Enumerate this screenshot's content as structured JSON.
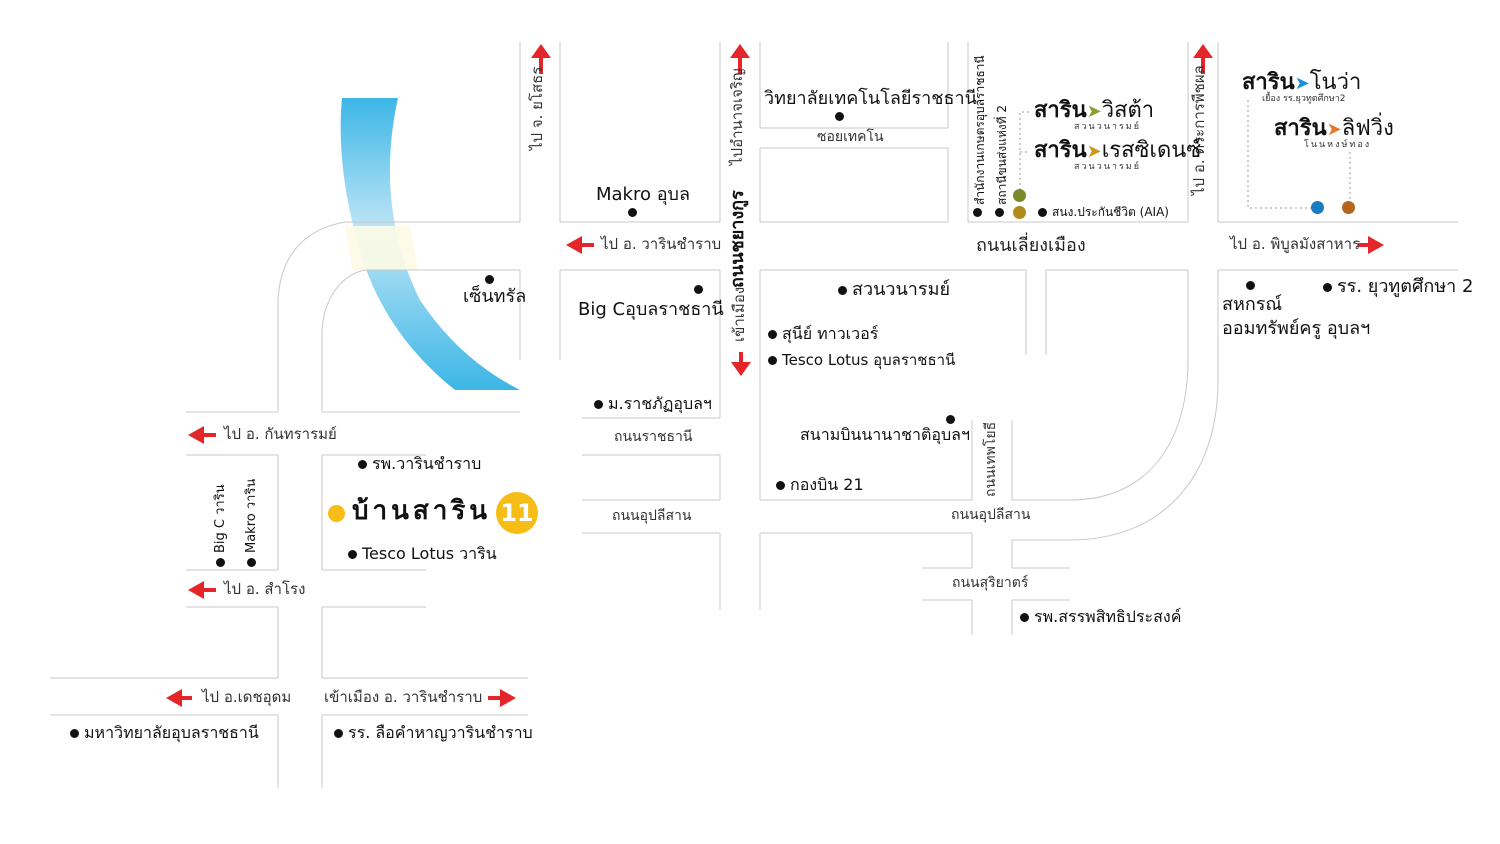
{
  "colors": {
    "road_line": "#c8c8c8",
    "arrow": "#e4262a",
    "river": "#4bbde8",
    "home_dot": "#f6bd16",
    "vista_pin": "#7a8a2a",
    "residence_pin": "#b08a1a",
    "nova_pin": "#1b7cc4",
    "living_pin": "#b5651d",
    "nova_chevron": "#1b90d9",
    "living_chevron": "#e5792a",
    "vista_chevron": "#8aa02a",
    "residence_chevron": "#c79a1a"
  },
  "roads": {
    "chayangkun": "ถนนชยางกูร",
    "liang_mueang": "ถนนเลี่ยงเมือง",
    "ratchathani": "ถนนราชธานี",
    "upalisan_1": "ถนนอุปลีสาน",
    "upalisan_2": "ถนนอุปลีสาน",
    "thep_yothi": "ถนนเทพโยธี",
    "suriyat": "ถนนสุริยาตร์",
    "soi_techno": "ซอยเทคโน"
  },
  "directions": {
    "yasothon": "ไป จ. ยโสธร",
    "amnat": "ไปอำนาจเจริญ",
    "trakan": "ไป อ. ตระการพืชผล",
    "warin": "ไป อ. วารินชำราบ",
    "phibun": "ไป อ. พิบูลมังสาหาร",
    "khao_mueang": "เข้าเมือง",
    "kantharom": "ไป อ. กันทรารมย์",
    "samrong": "ไป อ. สำโรง",
    "det_udom": "ไป อ.เดชอุดม",
    "khao_mueang_warin": "เข้าเมือง อ. วารินชำราบ"
  },
  "places": {
    "makro_ubon": "Makro อุบล",
    "central": "เซ็นทรัล",
    "bigc_ubon": "Big Cอุบลราชธานี",
    "rajabhat": "ม.ราชภัฏอุบลฯ",
    "tech_college": "วิทยาลัยเทคโนโลยีราชธานี",
    "suanwanarom": "สวนวนารมย์",
    "sunee_tower": "สุนีย์ ทาวเวอร์",
    "tesco_ubon": "Tesco Lotus อุบลราชธานี",
    "airport": "สนามบินนานาชาติอุบลฯ",
    "wing21": "กองบิน 21",
    "sanprasit": "รพ.สรรพสิทธิประสงค์",
    "agri_office": "สำนักงานเกษตรอุบลราชธานี",
    "radio2": "สถานีขนส่งแห่งที่ 2",
    "aia": "สนง.ประกันชีวิต (AIA)",
    "yuwathut": "รร. ยุวทูตศึกษา 2",
    "coop": "สหกรณ์\nออมทรัพย์ครู อุบลฯ",
    "coop_line1": "สหกรณ์",
    "coop_line2": "ออมทรัพย์ครู อุบลฯ",
    "warin_hospital": "รพ.วารินชำราบ",
    "tesco_warin": "Tesco Lotus วาริน",
    "bigc_warin": "Big C วาริน",
    "makro_warin": "Makro วาริน",
    "ubon_univ": "มหาวิทยาลัยอุบลราชธานี",
    "luekhamhan": "รร. ลือคำหาญวารินชำราบ"
  },
  "home": {
    "name": "บ้านสาริน",
    "badge": "11"
  },
  "brands": {
    "vista_name": "สาริน",
    "vista_suffix": "วิสต้า",
    "vista_sub": "สวนวนารมย์",
    "residence_name": "สาริน",
    "residence_suffix": "เรสซิเดนซ์",
    "residence_sub": "สวนวนารมย์",
    "nova_name": "สาริน",
    "nova_suffix": "โนว่า",
    "nova_sub": "เยื้อง รร.ยุวทูตศึกษา2",
    "living_name": "สาริน",
    "living_suffix": "ลิฟวิ่ง",
    "living_sub": "โนนหงษ์ทอง"
  }
}
